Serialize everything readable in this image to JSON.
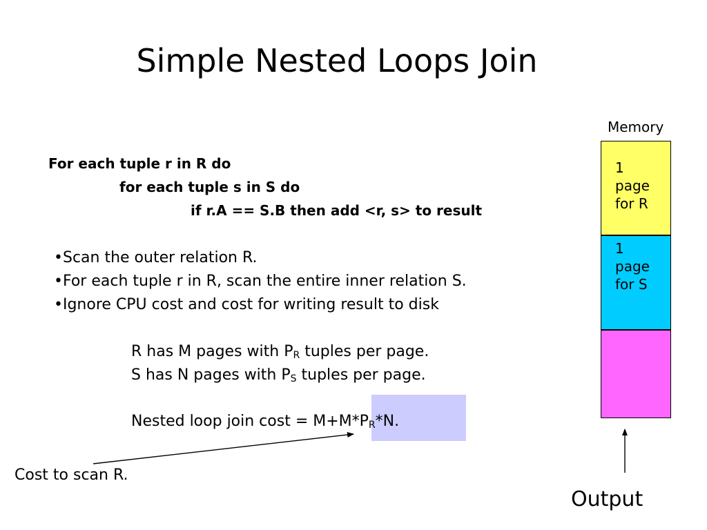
{
  "title": "Simple Nested Loops Join",
  "pseudocode": {
    "line1": "For each tuple r in R do",
    "line2": "for each tuple s in S do",
    "line3": "if r.A == S.B  then add <r, s> to result"
  },
  "bullets": [
    "•Scan the outer relation R.",
    "•For each tuple r in R, scan the entire inner relation S.",
    "•Ignore CPU cost and cost for writing result to disk"
  ],
  "facts": {
    "r_pages_prefix": "R has M pages with P",
    "r_pages_sub": "R",
    "r_pages_suffix": " tuples per page.",
    "s_pages_prefix": "S has N pages with P",
    "s_pages_sub": "S",
    "s_pages_suffix": " tuples per page.",
    "cost_prefix": "Nested loop join cost = M+M*P",
    "cost_sub": "R",
    "cost_suffix": "*N."
  },
  "annotation": {
    "cost_to_scan": "Cost to scan R."
  },
  "memory": {
    "label": "Memory",
    "page_r": [
      "1",
      "page",
      "for R"
    ],
    "page_s": [
      "1",
      "page",
      "for S"
    ],
    "output_label": "Output"
  },
  "colors": {
    "page_r": "#ffff66",
    "page_s": "#00ccff",
    "output_buffer": "#ff66ff",
    "highlight": "#ccccff"
  }
}
